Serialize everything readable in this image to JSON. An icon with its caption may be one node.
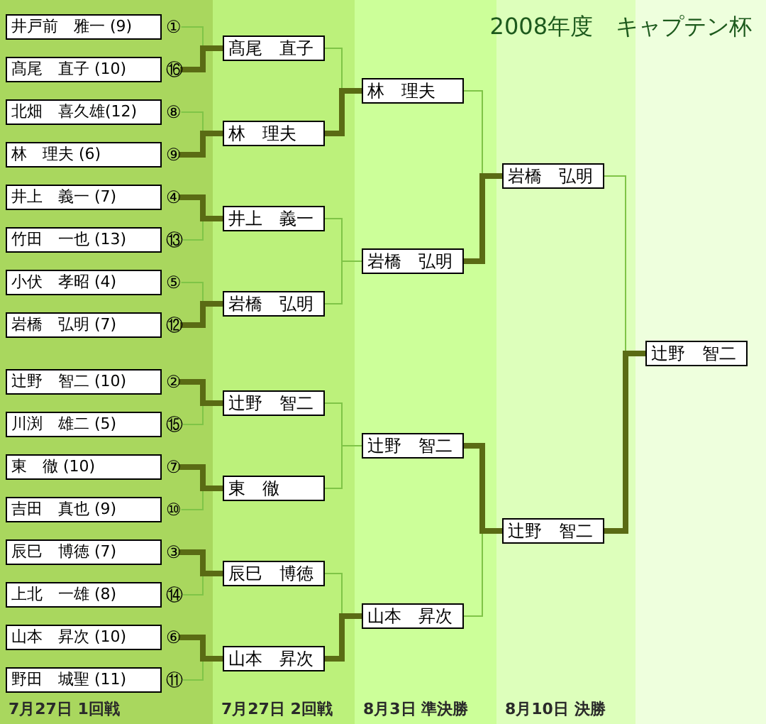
{
  "diagram": {
    "title": "2008年度　キャプテン杯",
    "nodes": [
      {
        "text": [
          "7月27日 1回戦"
        ]
      },
      {
        "text": [
          "井戸前　雅一 (9)"
        ],
        "in": 0,
        "beside": [
          "①"
        ]
      },
      {
        "text": [
          "髙尾　直子 (10)"
        ],
        "in": 0,
        "beside": [
          "⑯"
        ]
      },
      {
        "text": [
          "北畑　喜久雄(12)"
        ],
        "in": 0,
        "beside": [
          "⑧"
        ]
      },
      {
        "text": [
          "林　理夫 (6)"
        ],
        "in": 0,
        "beside": [
          "⑨"
        ]
      },
      {
        "text": [
          "井上　義一 (7)"
        ],
        "in": 0,
        "beside": [
          "④"
        ]
      },
      {
        "text": [
          "竹田　一也 (13)"
        ],
        "in": 0,
        "beside": [
          "⑬"
        ]
      },
      {
        "text": [
          "小伏　孝昭 (4)"
        ],
        "in": 0,
        "beside": [
          "⑤"
        ]
      },
      {
        "text": [
          "岩橋　弘明 (7)"
        ],
        "in": 0,
        "beside": [
          "⑫"
        ]
      },
      {
        "text": [
          "辻野　智二 (10)"
        ],
        "in": 0,
        "beside": [
          "②"
        ]
      },
      {
        "text": [
          "川渕　雄二 (5)"
        ],
        "in": 0,
        "beside": [
          "⑮"
        ]
      },
      {
        "text": [
          "東　徹 (10)"
        ],
        "in": 0,
        "beside": [
          "⑦"
        ]
      },
      {
        "text": [
          "吉田　真也 (9)"
        ],
        "in": 0,
        "beside": [
          "⑩"
        ]
      },
      {
        "text": [
          "辰巳　博徳 (7)"
        ],
        "in": 0,
        "beside": [
          "③"
        ]
      },
      {
        "text": [
          "上北　一雄 (8)"
        ],
        "in": 0,
        "beside": [
          "⑭"
        ]
      },
      {
        "text": [
          "山本　昇次 (10)"
        ],
        "in": 0,
        "beside": [
          "⑥"
        ]
      },
      {
        "text": [
          "野田　城聖 (11)"
        ],
        "in": 0,
        "beside": [
          "⑪"
        ]
      },
      {
        "text": [
          "7月27日 2回戦"
        ]
      },
      {
        "text": [
          "髙尾　直子"
        ],
        "in": 17
      },
      {
        "text": [
          "林　理夫"
        ],
        "in": 17
      },
      {
        "text": [
          "井上　義一"
        ],
        "in": 17
      },
      {
        "text": [
          "岩橋　弘明"
        ],
        "in": 17
      },
      {
        "text": [
          "辻野　智二"
        ],
        "in": 17
      },
      {
        "text": [
          "東　徹"
        ],
        "in": 17
      },
      {
        "text": [
          "辰巳　博徳"
        ],
        "in": 17
      },
      {
        "text": [
          "山本　昇次"
        ],
        "in": 17
      },
      {
        "text": [
          "8月3日 準決勝"
        ]
      },
      {
        "text": [
          "林　理夫"
        ],
        "in": 26
      },
      {
        "text": [
          "岩橋　弘明"
        ],
        "in": 26
      },
      {
        "text": [
          "辻野　智二"
        ],
        "in": 26
      },
      {
        "text": [
          "山本　昇次"
        ],
        "in": 26
      },
      {
        "text": [
          "8月10日 決勝"
        ]
      },
      {
        "text": [
          "岩橋　弘明"
        ],
        "in": 31
      },
      {
        "text": [
          "辻野　智二"
        ],
        "in": 31
      },
      {
        "text": [
          "辻野　智二"
        ]
      }
    ],
    "edges": [
      {
        "from": 1,
        "to": 18,
        "arrow": "none"
      },
      {
        "from": 2,
        "to": 18,
        "arrow": "none",
        "style": "thick",
        "color": "#5a6b14"
      },
      {
        "from": 3,
        "to": 19,
        "arrow": "none"
      },
      {
        "from": 4,
        "to": 19,
        "arrow": "none",
        "style": "thick",
        "color": "#5a6b14"
      },
      {
        "from": 5,
        "to": 20,
        "arrow": "none",
        "style": "thick",
        "color": "#5a6b14"
      },
      {
        "from": 6,
        "to": 20,
        "arrow": "none"
      },
      {
        "from": 7,
        "to": 21,
        "arrow": "none"
      },
      {
        "from": 8,
        "to": 21,
        "arrow": "none",
        "style": "thick",
        "color": "#5a6b14"
      },
      {
        "from": 9,
        "to": 22,
        "arrow": "none",
        "style": "thick",
        "color": "#5a6b14"
      },
      {
        "from": 10,
        "to": 22,
        "arrow": "none"
      },
      {
        "from": 11,
        "to": 23,
        "arrow": "none",
        "style": "thick",
        "color": "#5a6b14"
      },
      {
        "from": 12,
        "to": 23,
        "arrow": "none"
      },
      {
        "from": 13,
        "to": 24,
        "arrow": "none",
        "style": "thick",
        "color": "#5a6b14"
      },
      {
        "from": 14,
        "to": 24,
        "arrow": "none"
      },
      {
        "from": 15,
        "to": 25,
        "arrow": "none",
        "style": "thick",
        "color": "#5a6b14"
      },
      {
        "from": 16,
        "to": 25,
        "arrow": "none"
      },
      {
        "from": 18,
        "to": 27,
        "arrow": "none"
      },
      {
        "from": 19,
        "to": 27,
        "arrow": "none",
        "style": "thick",
        "color": "#5a6b14"
      },
      {
        "from": 20,
        "to": 28,
        "arrow": "none"
      },
      {
        "from": 21,
        "to": 28,
        "arrow": "none"
      },
      {
        "from": 22,
        "to": 29,
        "arrow": "none"
      },
      {
        "from": 23,
        "to": 29,
        "arrow": "none"
      },
      {
        "from": 24,
        "to": 30,
        "arrow": "none"
      },
      {
        "from": 25,
        "to": 30,
        "arrow": "none",
        "style": "thick",
        "color": "#5a6b14"
      },
      {
        "from": 27,
        "to": 32,
        "arrow": "none"
      },
      {
        "from": 28,
        "to": 32,
        "arrow": "none",
        "style": "thick",
        "color": "#5a6b14"
      },
      {
        "from": 29,
        "to": 33,
        "arrow": "none",
        "style": "thick",
        "color": "#5a6b14"
      },
      {
        "from": 30,
        "to": 33,
        "arrow": "none"
      },
      {
        "from": 32,
        "to": 34,
        "arrow": "none"
      },
      {
        "from": 33,
        "to": 34,
        "arrow": "none",
        "style": "thick",
        "color": "#5a6b14"
      }
    ]
  }
}
